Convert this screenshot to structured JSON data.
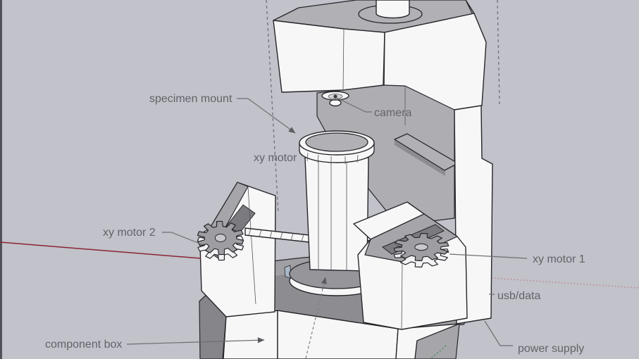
{
  "labels": {
    "specimen_mount": "specimen mount",
    "camera": "camera",
    "xy_motor": "xy motor",
    "xy_motor_2": "xy motor 2",
    "xy_motor_1": "xy motor 1",
    "usb_data": "usb/data",
    "component_box": "component box",
    "power_supply": "power supply"
  },
  "colors": {
    "background": "#c1c2ca",
    "edge_strip": "#50505a",
    "model_white": "#f7f7f8",
    "top_gray": "#b1b1b5",
    "slope_gray": "#a6a6aa",
    "throat_gray": "#aeaeb2",
    "deck_gray": "#a0a0a4",
    "deck_shadow": "#8d8d91",
    "dark_face": "#85858a",
    "slot_dark": "#7a7a7f",
    "ring_gray": "#95959a",
    "outline": "#27272b",
    "facet_line": "#55555a",
    "gear_top": "#9e9ea2",
    "gear_side": "#f2f2f4",
    "gear_hole": "#c8c8cc",
    "label_text": "#63636a",
    "leader": "#6e6e73",
    "axis_red": "#8a2433",
    "axis_red_dotted": "#c2848f",
    "axis_blue": "#6e6e80",
    "axis_green": "#4e8c55",
    "lens_dark": "#3b3b40",
    "lens_mid": "#d4d4d7",
    "facet_blue": "#a9b7c6"
  }
}
